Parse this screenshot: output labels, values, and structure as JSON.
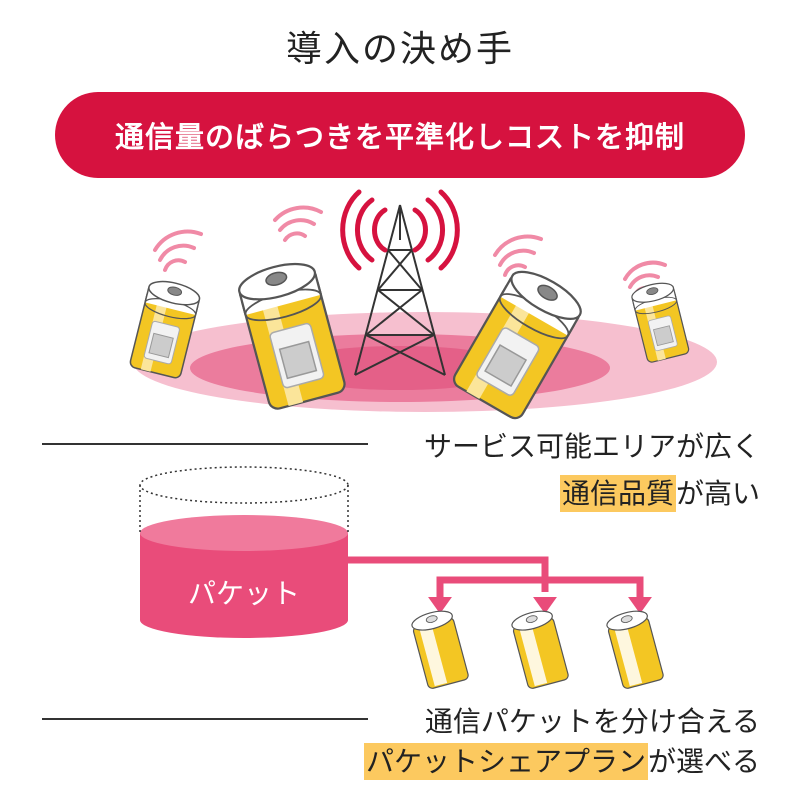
{
  "title": "導入の決め手",
  "banner": "通信量のばらつきを平準化しコストを抑制",
  "point1": {
    "line1": "サービス可能エリアが広く",
    "highlight": "通信品質",
    "rest": "が高い"
  },
  "packet_label": "パケット",
  "point2": {
    "line1": "通信パケットを分け合える",
    "highlight": "パケットシェアプラン",
    "rest": "が選べる"
  },
  "colors": {
    "red": "#d6123f",
    "pink": "#e94c7a",
    "yellow": "#fcc95f",
    "battery": "#f3c623"
  }
}
